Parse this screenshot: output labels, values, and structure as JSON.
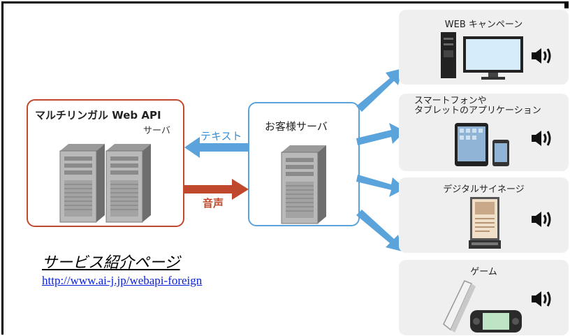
{
  "api_server": {
    "title": "マルチリンガル Web API",
    "subtitle": "サーバ"
  },
  "client_server": {
    "title": "お客様サーバ"
  },
  "flows": {
    "to_api": "テキスト",
    "from_api": "音声"
  },
  "panels": [
    {
      "title": "WEB キャンペーン",
      "icon": "desktop-computer-icon"
    },
    {
      "title_line1": "スマートフォンや",
      "title_line2": "タブレットのアプリケーション",
      "icon": "tablet-phone-icon"
    },
    {
      "title": "デジタルサイネージ",
      "icon": "signage-icon"
    },
    {
      "title": "ゲーム",
      "icon": "game-console-icon"
    }
  ],
  "service_link": {
    "title": "サービス紹介ページ",
    "url": "http://www.ai-j.jp/webapi-foreign"
  },
  "colors": {
    "api": "#c0492d",
    "client": "#5aa3db",
    "link": "#0b22d6"
  }
}
